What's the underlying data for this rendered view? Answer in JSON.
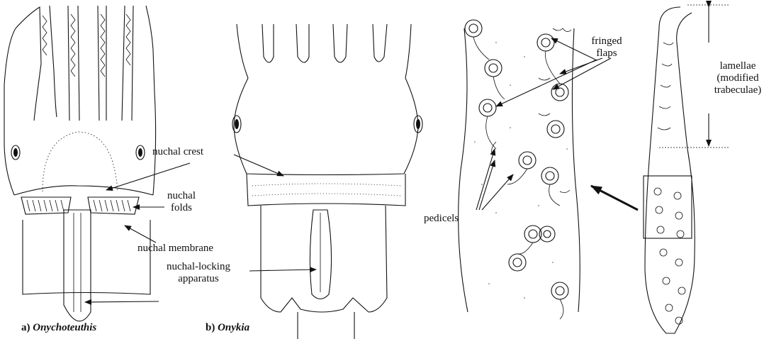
{
  "labels": {
    "nuchal_crest": "nuchal crest",
    "nuchal_folds_1": "nuchal",
    "nuchal_folds_2": "folds",
    "nuchal_membrane": "nuchal membrane",
    "nuchal_locking_1": "nuchal-locking",
    "nuchal_locking_2": "apparatus",
    "fringed_flaps_1": "fringed",
    "fringed_flaps_2": "flaps",
    "pedicels": "pedicels",
    "lamellae_1": "lamellae",
    "lamellae_2": "(modified",
    "lamellae_3": "trabeculae)"
  },
  "captions": {
    "a_letter": "a)",
    "a_name": "Onychoteuthis",
    "b_letter": "b)",
    "b_name": "Onykia"
  },
  "colors": {
    "ink": "#111111",
    "background": "#ffffff"
  }
}
